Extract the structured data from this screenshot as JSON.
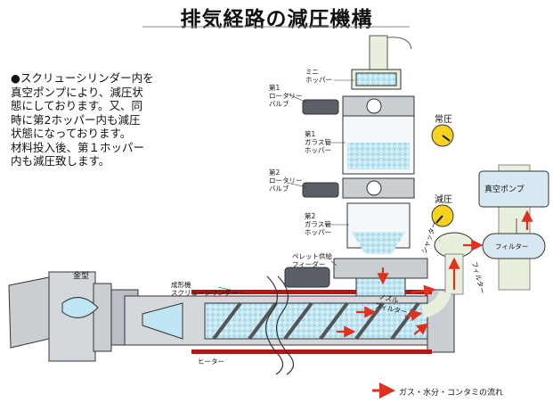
{
  "title": "排気経路の減圧機構",
  "description": [
    "●スクリューシリンダー内を",
    "真空ポンプにより、減圧状",
    "態にしております。又、同",
    "時に第2ホッパー内も減圧",
    "状態になっております。",
    "材料投入後、第１ホッパー",
    "内も減圧致します。"
  ],
  "labels": {
    "mini_hopper": [
      "ミニ",
      "ホッパー"
    ],
    "rotary_valve_1": [
      "第1",
      "ロータリー",
      "バルブ"
    ],
    "glass_hopper_1": [
      "第1",
      "ガラス管",
      "ホッパー"
    ],
    "normal_pressure": "常圧",
    "rotary_valve_2": [
      "第2",
      "ロータリー",
      "バルブ"
    ],
    "reduced_pressure": "減圧",
    "glass_hopper_2": [
      "第2",
      "ガラス管",
      "ホッパー"
    ],
    "vacuum_pump": "真空ポンプ",
    "shutter": "シャッター",
    "filter": "フィルター",
    "filter_vertical": "フィルター",
    "pellet_feeder": [
      "ペレット供給",
      "フィーダー"
    ],
    "mold": "金型",
    "screw_cylinder": [
      "成形機",
      "スクリューシリンダー"
    ],
    "nozzle_filter": [
      "ノズル",
      "フィルター"
    ],
    "heater": "ヒーター"
  },
  "legend": "ガス・水分・コンタミの流れ",
  "colors": {
    "flow_arrow": "#e03020",
    "heater": "#b01818",
    "machine": "#c9ced3",
    "machine_dark": "#5a5f66",
    "hopper_fill": "#bfe6f2",
    "pipe": "#e8efdc"
  }
}
